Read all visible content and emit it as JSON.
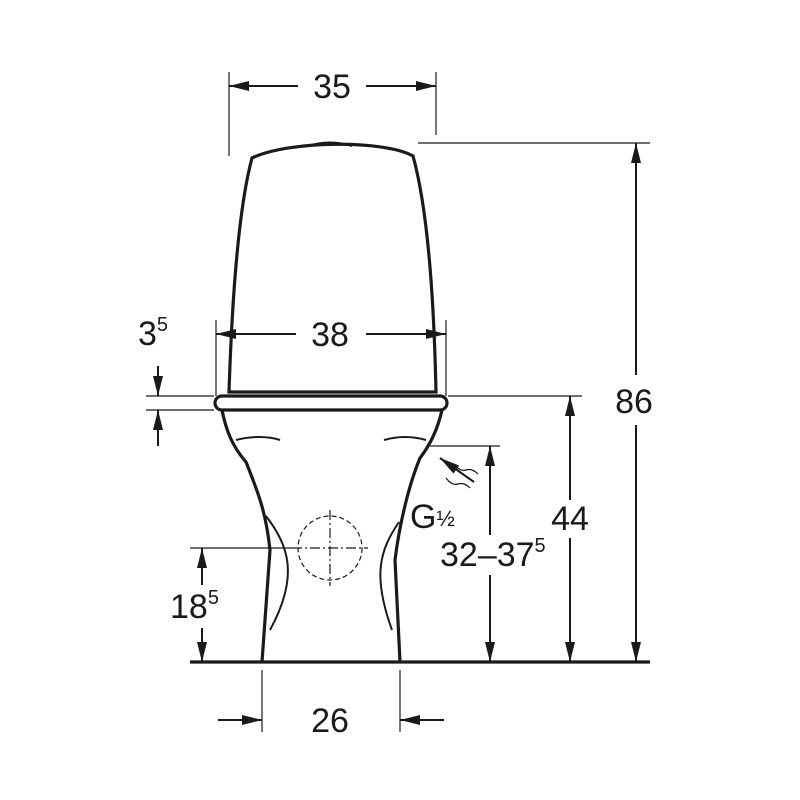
{
  "dimensions": {
    "top_width": {
      "value": "35"
    },
    "tank_width": {
      "value": "38"
    },
    "seat_thickness": {
      "base": "3",
      "sup": "5"
    },
    "total_height": {
      "value": "86"
    },
    "seat_height": {
      "value": "44"
    },
    "outlet_height": {
      "base": "18",
      "sup": "5"
    },
    "base_width": {
      "value": "26"
    },
    "inlet_range": {
      "base": "32–37",
      "sup": "5"
    }
  },
  "connection": {
    "prefix": "G",
    "fraction": "½"
  }
}
